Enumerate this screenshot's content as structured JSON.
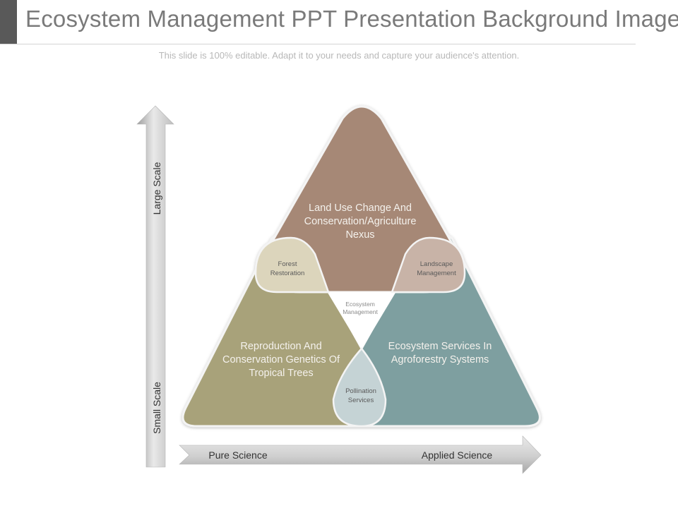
{
  "slide": {
    "title": "Ecosystem Management PPT Presentation Background Images",
    "subtitle": "This slide is 100% editable. Adapt it to your needs and capture your audience's attention."
  },
  "diagram": {
    "top": "Land Use Change And Conservation/Agriculture Nexus",
    "left": "Reproduction And Conservation Genetics Of Tropical Trees",
    "right": "Ecosystem Services In Agroforestry Systems",
    "overlap_left": "Forest Restoration",
    "overlap_right": "Landscape Management",
    "overlap_bottom": "Pollination Services",
    "center": "Ecosystem Management"
  },
  "axes": {
    "y_top": "Large Scale",
    "y_bottom": "Small Scale",
    "x_left": "Pure Science",
    "x_right": "Applied Science"
  },
  "colors": {
    "top": "#a68876",
    "left": "#a8a27a",
    "right": "#7e9fa0",
    "overlap_left": "#dcd5bc",
    "overlap_right": "#c8b3a7",
    "overlap_bottom": "#c5d3d5"
  }
}
